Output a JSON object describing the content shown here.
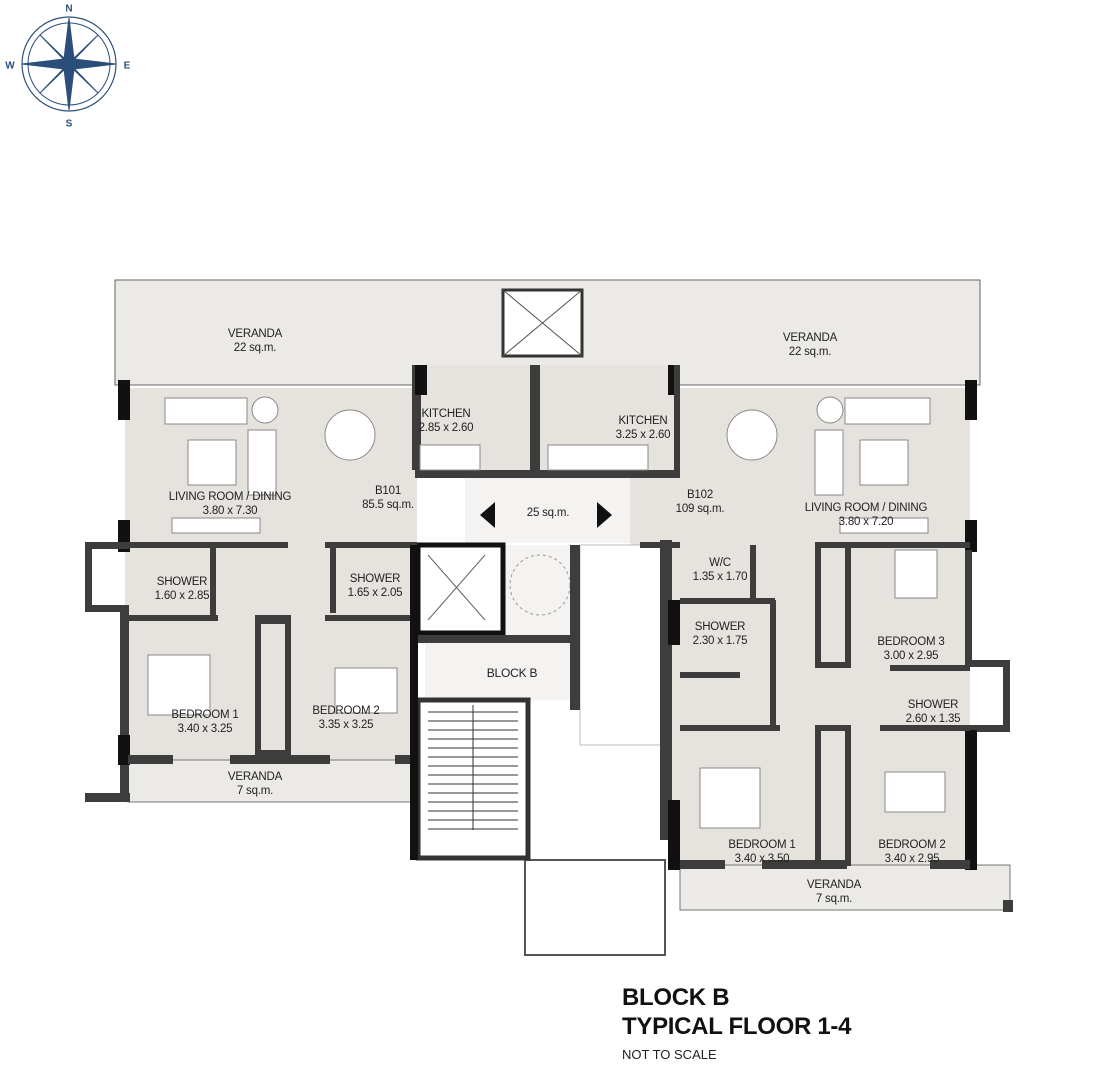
{
  "compass": {
    "n": "N",
    "s": "S",
    "e": "E",
    "w": "W"
  },
  "title": {
    "line1": "BLOCK B",
    "line2": "TYPICAL FLOOR 1-4",
    "note": "NOT TO SCALE"
  },
  "core": {
    "lobby_area": "25 sq.m.",
    "block": "BLOCK B"
  },
  "b101": {
    "name": "B101",
    "area": "85.5 sq.m.",
    "veranda_top": {
      "name": "VERANDA",
      "area": "22 sq.m."
    },
    "kitchen": {
      "name": "KITCHEN",
      "dim": "2.85 x 2.60"
    },
    "living": {
      "name": "LIVING ROOM / DINING",
      "dim": "3.80 x 7.30"
    },
    "shower1": {
      "name": "SHOWER",
      "dim": "1.60 x 2.85"
    },
    "shower2": {
      "name": "SHOWER",
      "dim": "1.65 x 2.05"
    },
    "bedroom1": {
      "name": "BEDROOM 1",
      "dim": "3.40  x 3.25"
    },
    "bedroom2": {
      "name": "BEDROOM 2",
      "dim": "3.35 x 3.25"
    },
    "veranda_bottom": {
      "name": "VERANDA",
      "area": "7 sq.m."
    }
  },
  "b102": {
    "name": "B102",
    "area": "109 sq.m.",
    "veranda_top": {
      "name": "VERANDA",
      "area": "22 sq.m."
    },
    "kitchen": {
      "name": "KITCHEN",
      "dim": "3.25 x 2.60"
    },
    "living": {
      "name": "LIVING ROOM / DINING",
      "dim": "3.80 x 7.20"
    },
    "wc": {
      "name": "W/C",
      "dim": "1.35 x 1.70"
    },
    "shower1": {
      "name": "SHOWER",
      "dim": "2.30 x 1.75"
    },
    "bedroom3": {
      "name": "BEDROOM 3",
      "dim": "3.00 x 2.95"
    },
    "shower2": {
      "name": "SHOWER",
      "dim": "2.60 x 1.35"
    },
    "bedroom1": {
      "name": "BEDROOM 1",
      "dim": "3.40 x 3.50"
    },
    "bedroom2": {
      "name": "BEDROOM 2",
      "dim": "3.40 x 2.95"
    },
    "veranda_bottom": {
      "name": "VERANDA",
      "area": "7 sq.m."
    }
  }
}
